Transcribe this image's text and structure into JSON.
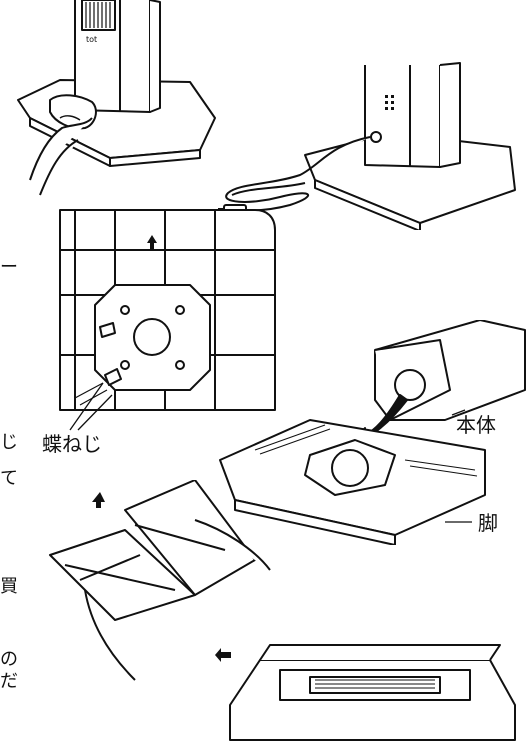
{
  "labels": {
    "wing_screws": "蝶ねじ",
    "main_body": "本体",
    "stand_leg": "脚"
  },
  "edge_text": [
    "ー",
    "じ",
    "て",
    "買",
    "の",
    "だ"
  ],
  "figure_marks": {
    "brand_on_unit": "tot"
  }
}
